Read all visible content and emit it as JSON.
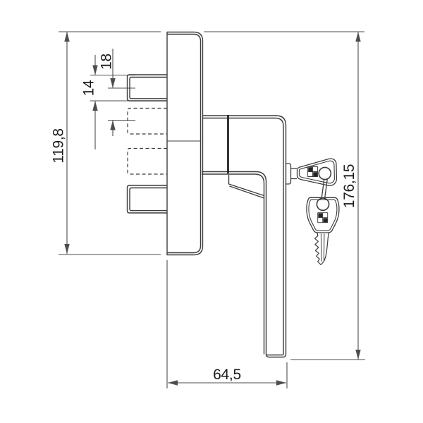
{
  "page": {
    "background": "#ffffff"
  },
  "drawing": {
    "name": "Technical line drawing: tilt window handle with key lock, side view with dimensions",
    "labels": {
      "plate_height": "119,8",
      "latch_pitch": "18",
      "latch_height": "14",
      "overall_height": "176,15",
      "overall_depth": "64,5"
    },
    "colors": {
      "outline": "#3c3c3c",
      "dimension": "#4d4d4d",
      "text": "#1b1b1d",
      "accent_dark": "#242424"
    },
    "icons": {
      "key_pair": "key-icon pair joined by ring link, one inserted in lock cylinder"
    }
  }
}
